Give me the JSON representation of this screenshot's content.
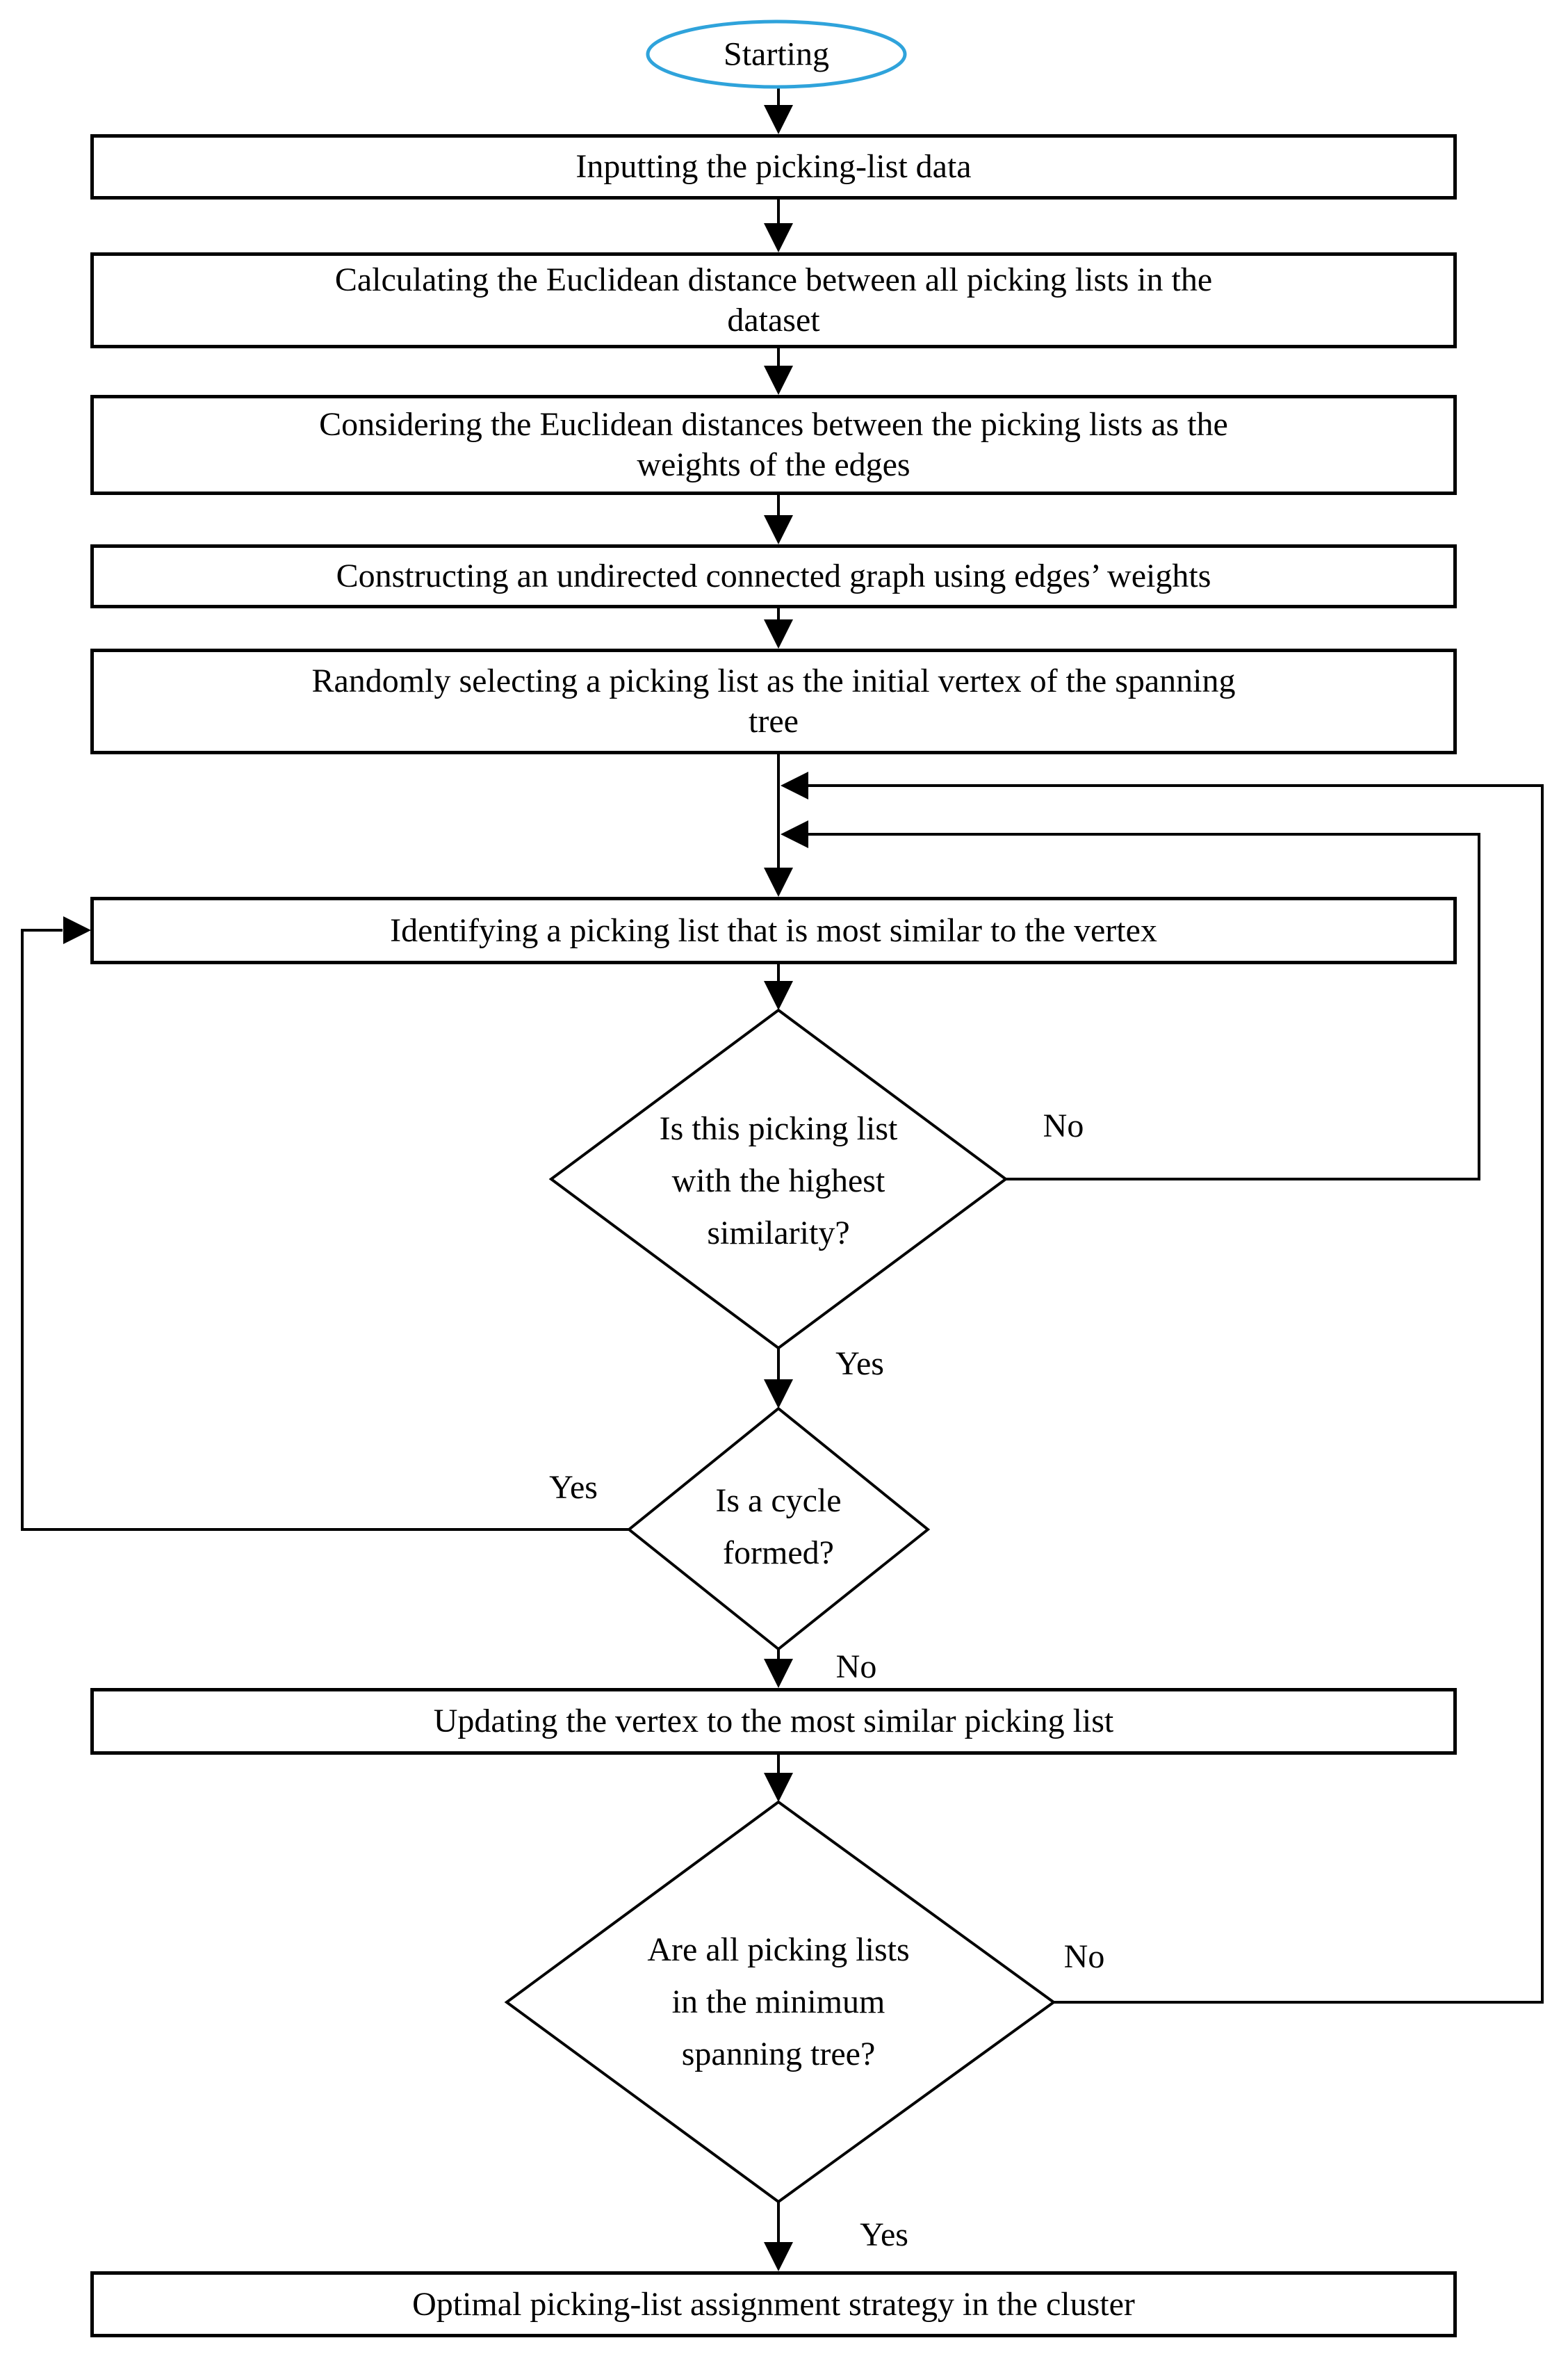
{
  "flowchart": {
    "start": {
      "label": "Starting"
    },
    "boxes": {
      "input": {
        "lines": [
          "Inputting the picking-list data"
        ]
      },
      "calculate": {
        "lines": [
          "Calculating the Euclidean distance between all picking lists in the",
          "dataset"
        ]
      },
      "consider": {
        "lines": [
          "Considering the Euclidean distances between the picking lists as the",
          "weights of the edges"
        ]
      },
      "construct": {
        "lines": [
          "Constructing an undirected connected graph using edges’ weights"
        ]
      },
      "random": {
        "lines": [
          "Randomly selecting a picking list as the initial vertex of the spanning",
          "tree"
        ]
      },
      "identify": {
        "lines": [
          "Identifying a picking list that is most similar to the vertex"
        ]
      },
      "update": {
        "lines": [
          "Updating the vertex to the most similar picking list"
        ]
      },
      "optimal": {
        "lines": [
          "Optimal picking-list assignment strategy in the cluster"
        ]
      }
    },
    "decisions": {
      "highest_similarity": {
        "lines": [
          "Is this picking list",
          "with the highest",
          "similarity?"
        ],
        "yes_label": "Yes",
        "no_label": "No"
      },
      "cycle_formed": {
        "lines": [
          "Is a cycle",
          "formed?"
        ],
        "yes_label": "Yes",
        "no_label": "No"
      },
      "all_in_tree": {
        "lines": [
          "Are all picking lists",
          "in the minimum",
          "spanning tree?"
        ],
        "yes_label": "Yes",
        "no_label": "No"
      }
    },
    "colors": {
      "start_outline": "#2FA3DB",
      "line": "#000000",
      "text": "#000000",
      "background": "#FFFFFF"
    }
  }
}
